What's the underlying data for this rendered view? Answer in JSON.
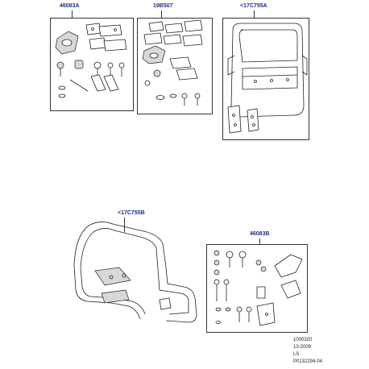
{
  "diagram": {
    "kits": [
      {
        "id": "kit-46083a",
        "label": "46083A"
      },
      {
        "id": "kit-19b507",
        "label": "19B507"
      },
      {
        "id": "kit-17c755a",
        "label": "<17C755A"
      },
      {
        "id": "kit-17c755b",
        "label": "<17C755B"
      },
      {
        "id": "kit-46083b",
        "label": "46083B"
      }
    ]
  },
  "reference": {
    "number": "1000320",
    "date": "10-2009",
    "code": "LS",
    "part_ref": "P0132294-04"
  }
}
